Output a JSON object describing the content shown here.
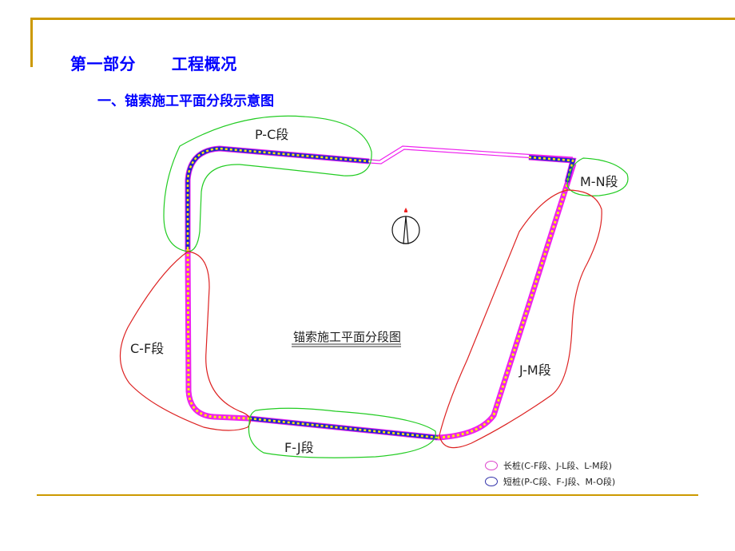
{
  "slide": {
    "title_part": "第一部分",
    "title_topic": "工程概况",
    "subtitle": "一、锚索施工平面分段示意图",
    "frame_color": "#cc9900",
    "text_color": "#0000ff"
  },
  "diagram": {
    "center_title": "锚索施工平面分段图",
    "north_arrow": "north-arrow-icon",
    "segments": [
      {
        "id": "P-C",
        "label": "P-C段",
        "outline_color": "#22cc22",
        "pile_type": "short"
      },
      {
        "id": "M-N",
        "label": "M-N段",
        "outline_color": "#22cc22",
        "pile_type": "short"
      },
      {
        "id": "C-F",
        "label": "C-F段",
        "outline_color": "#dd2222",
        "pile_type": "long"
      },
      {
        "id": "F-J",
        "label": "F-J段",
        "outline_color": "#22cc22",
        "pile_type": "short"
      },
      {
        "id": "J-M",
        "label": "J-M段",
        "outline_color": "#dd2222",
        "pile_type": "long"
      }
    ],
    "colors": {
      "wall": "#ee22ee",
      "pile_fill": "#ffee00",
      "short_pile_outline": "#2222cc",
      "long_pile_outline": "#ee22ee"
    }
  },
  "legend": {
    "items": [
      {
        "label": "长桩(C-F段、J-L段、L-M段)",
        "color": "#dd44cc"
      },
      {
        "label": "短桩(P-C段、F-J段、M-O段)",
        "color": "#3333aa"
      }
    ]
  }
}
